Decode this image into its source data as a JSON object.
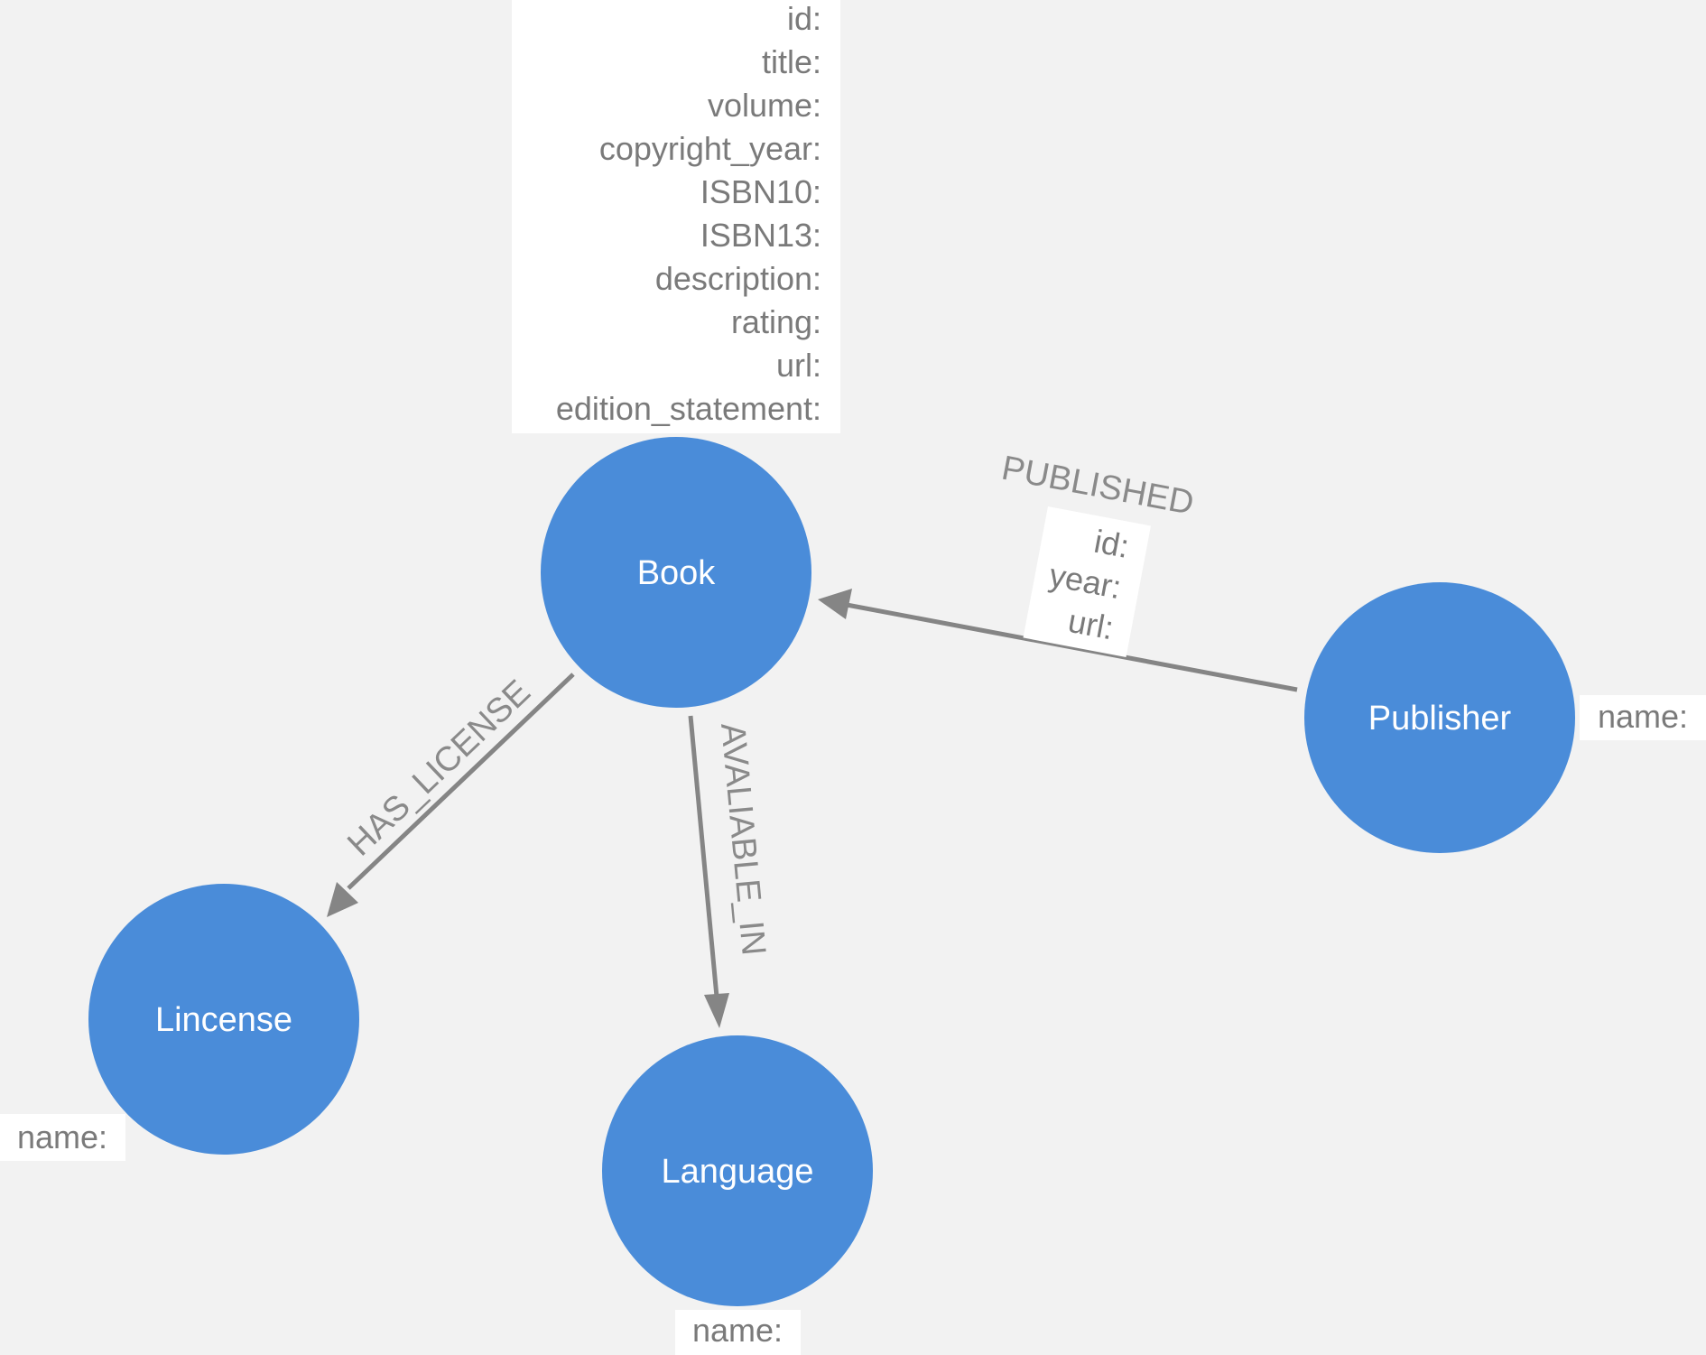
{
  "nodes": {
    "book": {
      "label": "Book",
      "properties": [
        "id:",
        "title:",
        "volume:",
        "copyright_year:",
        "ISBN10:",
        "ISBN13:",
        "description:",
        "rating:",
        "url:",
        "edition_statement:"
      ]
    },
    "publisher": {
      "label": "Publisher",
      "properties": [
        "name:"
      ]
    },
    "license": {
      "label": "Lincense",
      "properties": [
        "name:"
      ]
    },
    "language": {
      "label": "Language",
      "properties": [
        "name:"
      ]
    }
  },
  "relationships": {
    "published": {
      "label": "PUBLISHED",
      "properties": [
        "id:",
        "year:",
        "url:"
      ]
    },
    "has_license": {
      "label": "HAS_LICENSE"
    },
    "available_in": {
      "label": "AVALIABLE_IN"
    }
  },
  "colors": {
    "background": "#f2f2f2",
    "node_fill": "#4a8cd9",
    "edge": "#858585",
    "property_text": "#7a7a7a"
  }
}
